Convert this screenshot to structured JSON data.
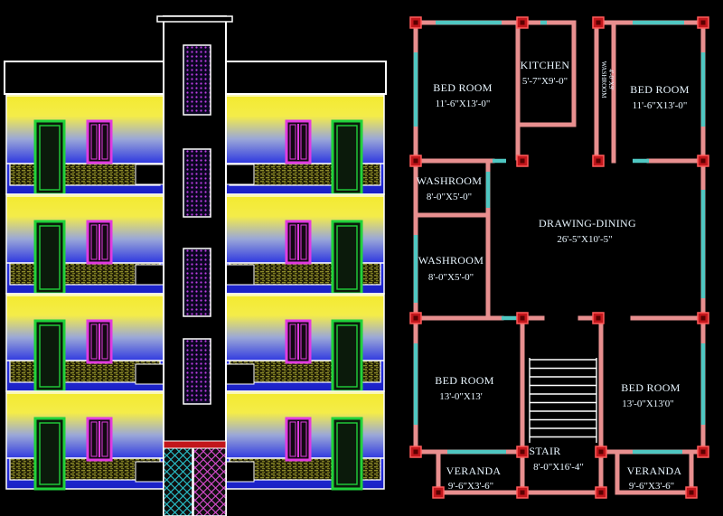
{
  "rooms": [
    {
      "id": "bed-room-top-left",
      "name": "BED ROOM",
      "size": "11'-6\"X13'-0\""
    },
    {
      "id": "kitchen",
      "name": "KITCHEN",
      "size": "5'-7\"X9'-0\""
    },
    {
      "id": "washroom-small",
      "name": "WASHROOM",
      "size": "4'-0\"X9'"
    },
    {
      "id": "bed-room-top-right",
      "name": "BED ROOM",
      "size": "11'-6\"X13'-0\""
    },
    {
      "id": "washroom-1",
      "name": "WASHROOM",
      "size": "8'-0\"X5'-0\""
    },
    {
      "id": "drawing-dining",
      "name": "DRAWING-DINING",
      "size": "26'-5\"X10'-5\""
    },
    {
      "id": "washroom-2",
      "name": "WASHROOM",
      "size": "8'-0\"X5'-0\""
    },
    {
      "id": "bed-room-bottom-left",
      "name": "BED ROOM",
      "size": "13'-0\"X13'"
    },
    {
      "id": "bed-room-bottom-right",
      "name": "BED ROOM",
      "size": "13'-0\"X13'0\""
    },
    {
      "id": "stair",
      "name": "STAIR",
      "size": "8'-0\"X16'-4\""
    },
    {
      "id": "veranda-left",
      "name": "VERANDA",
      "size": "9'-6\"X3'-6\""
    },
    {
      "id": "veranda-right",
      "name": "VERANDA",
      "size": "9'-6\"X3'-6\""
    }
  ],
  "colors": {
    "background": "#000000",
    "wall": "#e88f8f",
    "column_fill": "#c2161b",
    "window": "#4fc7c2",
    "text": "#e9f6ff",
    "facade_yellow": "#f4ea2a",
    "facade_blue": "#1f26d6",
    "door_green": "#21d23b",
    "window_magenta": "#e13be0",
    "railing_olive": "#6c6a1e"
  }
}
